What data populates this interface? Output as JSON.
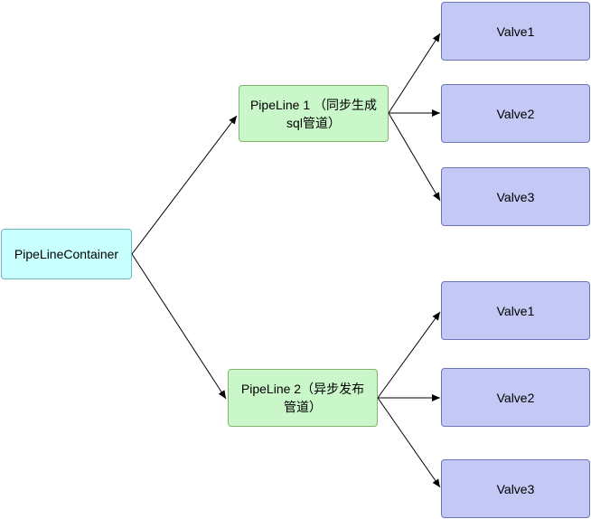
{
  "container": {
    "label": "PipeLineContainer"
  },
  "pipelines": [
    {
      "label": "PipeLine 1 （同步生成sql管道）"
    },
    {
      "label": "PipeLine 2（异步发布管道）"
    }
  ],
  "valves_group1": [
    "Valve1",
    "Valve2",
    "Valve3"
  ],
  "valves_group2": [
    "Valve1",
    "Valve2",
    "Valve3"
  ]
}
